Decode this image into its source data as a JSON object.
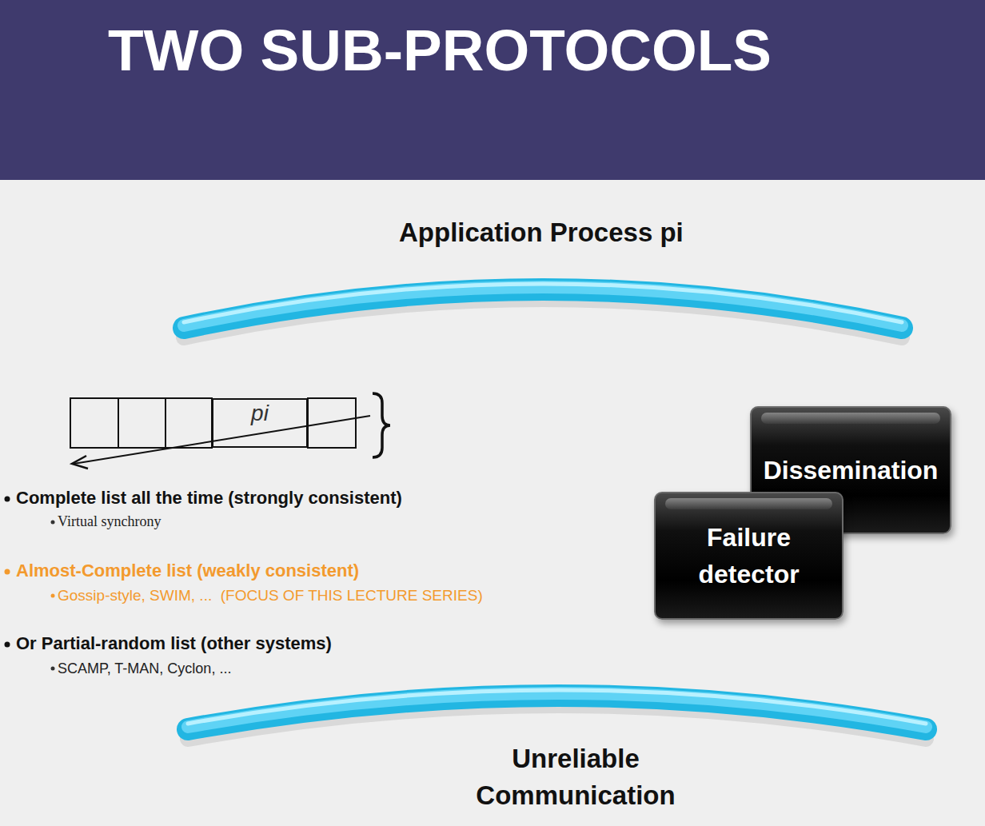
{
  "diagram": {
    "title": "TWO SUB-PROTOCOLS",
    "nodes": [
      {
        "text": [
          "pi"
        ]
      },
      {
        "text": [
          "Dissemination"
        ]
      },
      {
        "text": [
          "Failure detector"
        ]
      }
    ],
    "labels": [
      "Application Process pi",
      "Complete list all the time (strongly consistent)",
      "Virtual synchrony",
      "Almost-Complete list (weakly consistent)",
      "Gossip-style, SWIM, ...  (FOCUS OF THIS LECTURE SERIES)",
      "Or Partial-random list (other systems)",
      "SCAMP, T-MAN, Cyclon, ...",
      "Unreliable Communication"
    ]
  }
}
